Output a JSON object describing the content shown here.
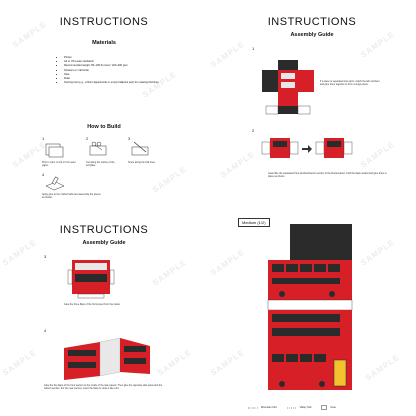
{
  "page1": {
    "title": "INSTRUCTIONS",
    "materials_heading": "Materials",
    "materials": [
      "Printer",
      "A4 or US Letter cardstock",
      "Recommended weight: 80~100 lb cover / 220~300 gsm",
      "Scissors or craft knife",
      "Glue",
      "Ruler",
      "Scoring tool (e.g., a blunt-tipped knife or empty ballpoint pen) for creating fold lines"
    ],
    "how_heading": "How to Build",
    "steps": [
      {
        "num": "1",
        "text": "Print in color on A4 or US Letter paper."
      },
      {
        "num": "2",
        "text": "Cut along the outline of the template."
      },
      {
        "num": "3",
        "text": "Score along the fold lines."
      },
      {
        "num": "4",
        "text": "Apply glue to the marked tabs and assemble the pieces as shown."
      }
    ]
  },
  "page2": {
    "title": "INSTRUCTIONS",
    "subtitle": "Assembly Guide",
    "step1_num": "1",
    "step1_text": "If a piece is separated into parts, match the tab numbers and glue them together to form a single piece.",
    "step2_num": "2",
    "step2_text": "Assemble the separated front window/interior section of the Routemaster. Fold the flaps inward and glue them in place as shown."
  },
  "page3": {
    "title": "INSTRUCTIONS",
    "subtitle": "Assembly Guide",
    "step3_num": "3",
    "step3_text": "Glue the three flaps of the front panel from the inside.",
    "step4_num": "4",
    "step4_text": "Glue the five flaps of the front section to the inside of the side panels. Then glue the opposite side panel and the bottom section. For the rear section, insert the flaps to close it like a lid."
  },
  "page4": {
    "tag": "Medium (1/2)",
    "legend": {
      "mountain": "Mountain fold",
      "valley": "Valley fold",
      "glue": "Glue"
    }
  },
  "watermark": "SAMPLE",
  "colors": {
    "bus_red": "#d61f26",
    "bus_dark": "#2b2b2b",
    "window": "#e8e8e8"
  }
}
